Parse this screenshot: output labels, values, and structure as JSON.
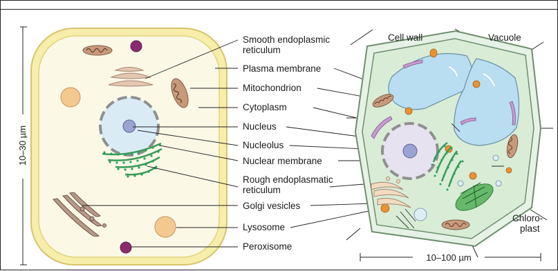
{
  "labels": {
    "smooth_er_1": "Smooth endoplasmic",
    "smooth_er_2": "reticulum",
    "plasma_membrane": "Plasma membrane",
    "mitochondrion": "Mitochondrion",
    "cytoplasm": "Cytoplasm",
    "nucleus": "Nucleus",
    "nucleolus": "Nucleolus",
    "nuclear_membrane": "Nuclear membrane",
    "rough_er_1": "Rough endoplasmatic",
    "rough_er_2": "reticulum",
    "golgi": "Golgi vesicles",
    "lysosome": "Lysosome",
    "peroxisome": "Peroxisome",
    "cell_wall": "Cell wall",
    "vacuole": "Vacuole",
    "chloroplast_1": "Chloro-",
    "chloroplast_2": "plast"
  },
  "scales": {
    "animal": "10–30 µm",
    "plant": "10–100 µm"
  },
  "colors": {
    "animal_wall": "#f6eeaa",
    "animal_membrane": "#e3d27a",
    "animal_cytoplasm": "#fbf8e6",
    "nucleus_fill": "#d9ecf6",
    "nucleolus": "#9aa3d1",
    "plant_wall": "#e6f2e6",
    "plant_cytoplasm": "#d8ecd6",
    "vacuole": "#b9ddf1",
    "er_green": "#3b9a57",
    "ribosome": "#27a35a",
    "mitochondrion": "#c89a7b",
    "golgi": "#e7c9a5",
    "lysosome": "#f4c98f",
    "peroxisome": "#8a2c6f",
    "orange_organelle": "#e99233"
  }
}
